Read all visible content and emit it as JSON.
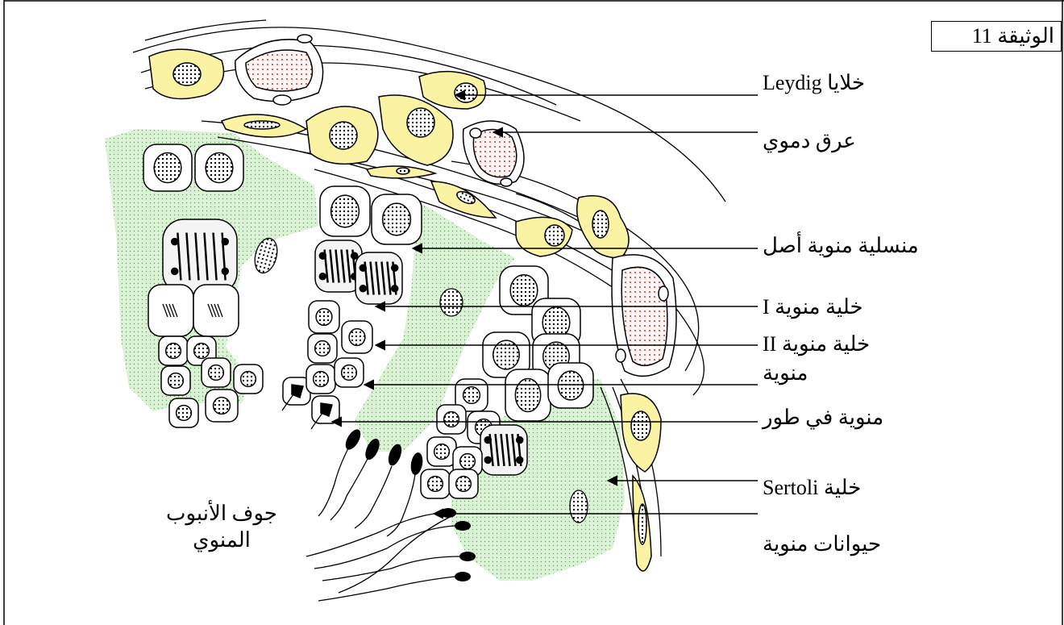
{
  "document_tag": "الوثيقة 11",
  "labels": {
    "leydig": "خلايا Leydig",
    "blood_vessel": "عرق دموي",
    "spermatogonium": "منسلية منوية أصل",
    "spermatocyte_1": "خلية منوية I",
    "spermatocyte_2": "خلية منوية II",
    "spermatid": "منوية",
    "spermatid_in_stage": "منوية في طور",
    "sertoli": "خلية Sertoli",
    "spermatozoa": "حيوانات منوية",
    "lumen_line1": "جوف الأنبوب",
    "lumen_line2": "المنوي"
  },
  "colors": {
    "sertoli_cytoplasm": "#d9f0d4",
    "interstitial_cell": "#fbf3a4",
    "blood": "#e63232",
    "stroke": "#000000"
  }
}
